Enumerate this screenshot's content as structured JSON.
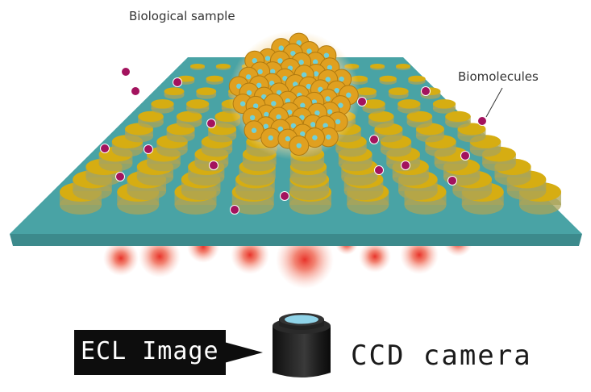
{
  "labels": {
    "biological_sample": "Biological sample",
    "biomolecules": "Biomolecules",
    "ecl_image": "ECL Image",
    "ccd_camera": "CCD camera"
  },
  "colors": {
    "substrate": "#49a3a5",
    "electrode": "#d6ad12",
    "molecule": "#a3135e",
    "cell": "#e0a020",
    "nucleus": "#6fd0d8",
    "ecl_glow": "#e8332a",
    "camera": "#1a1a1a",
    "lens": "#8fd3e8"
  },
  "icons": {
    "camera": "ccd-camera-icon",
    "arrow": "pointer-arrow-icon"
  }
}
